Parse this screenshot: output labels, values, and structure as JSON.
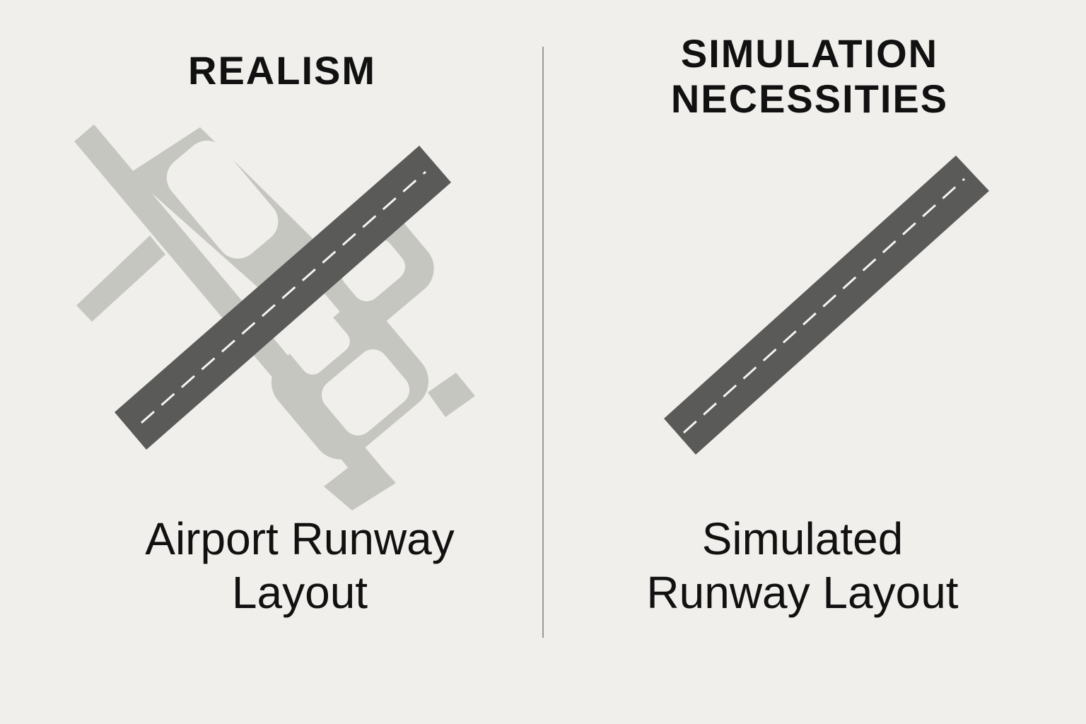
{
  "left": {
    "heading": "REALISM",
    "caption_lines": [
      "Airport Runway",
      "Layout"
    ]
  },
  "right": {
    "heading_lines": [
      "SIMULATION",
      "NECESSITIES"
    ],
    "caption_lines": [
      "Simulated",
      "Runway Layout"
    ]
  },
  "colors": {
    "background": "#f0efeb",
    "runway": "#5a5a58",
    "centerline": "#f4f4f0",
    "taxiway": "#c6c6c1",
    "divider": "#9a9a96",
    "text": "#111111"
  }
}
